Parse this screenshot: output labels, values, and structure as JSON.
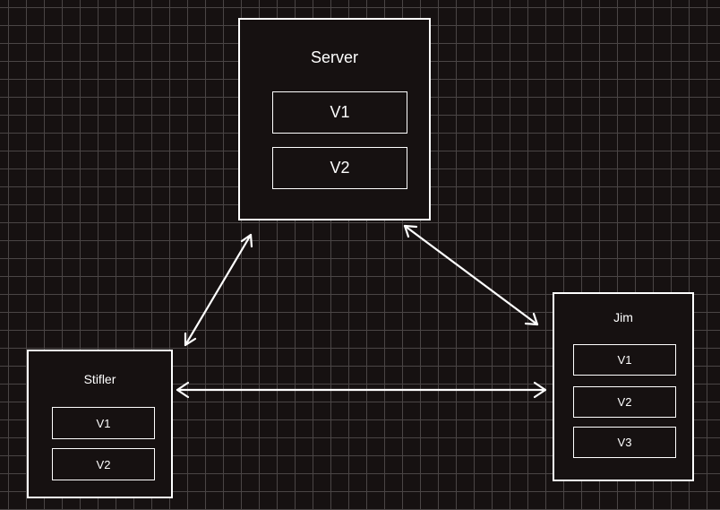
{
  "nodes": {
    "server": {
      "title": "Server",
      "versions": [
        "V1",
        "V2"
      ]
    },
    "stifler": {
      "title": "Stifler",
      "versions": [
        "V1",
        "V2"
      ]
    },
    "jim": {
      "title": "Jim",
      "versions": [
        "V1",
        "V2",
        "V3"
      ]
    }
  },
  "edges": [
    {
      "from": "server",
      "to": "stifler",
      "direction": "both"
    },
    {
      "from": "server",
      "to": "jim",
      "direction": "both"
    },
    {
      "from": "stifler",
      "to": "jim",
      "direction": "both"
    }
  ],
  "colors": {
    "background": "#161111",
    "grid": "#4a4545",
    "stroke": "#ffffff",
    "text": "#ffffff"
  }
}
